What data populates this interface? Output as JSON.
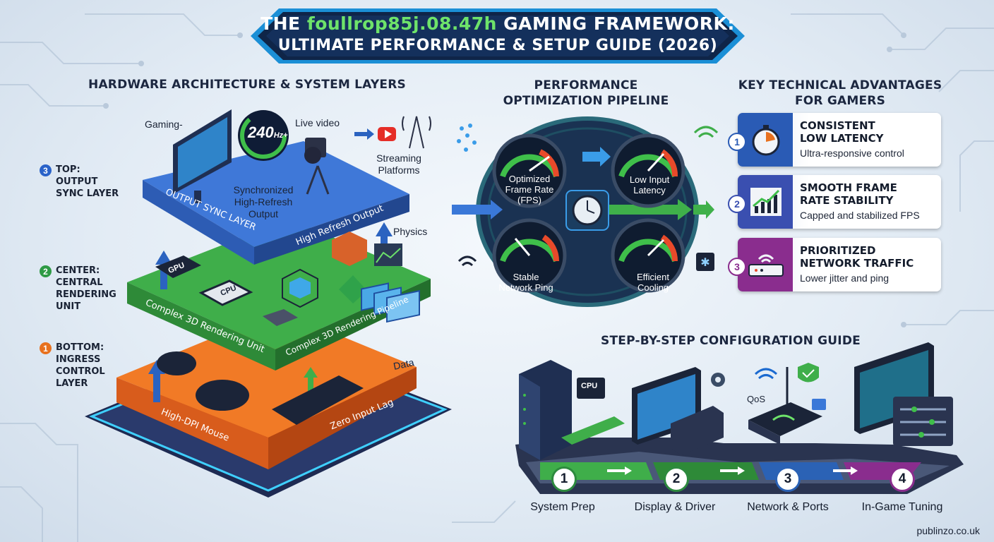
{
  "title": {
    "line1_prefix": "THE ",
    "line1_code": "foullrop85j.08.47h",
    "line1_suffix": " GAMING FRAMEWORK:",
    "line2": "ULTIMATE PERFORMANCE & SETUP GUIDE (2026)"
  },
  "hardware": {
    "heading": "HARDWARE ARCHITECTURE & SYSTEM LAYERS",
    "layers": [
      {
        "num": "3",
        "label": "TOP:\nOUTPUT\nSYNC LAYER",
        "color": "#2a63c9"
      },
      {
        "num": "2",
        "label": "CENTER:\nCENTRAL\nRENDERING\nUNIT",
        "color": "#2e9a45"
      },
      {
        "num": "1",
        "label": "BOTTOM:\nINGRESS\nCONTROL\nLAYER",
        "color": "#e8711e"
      }
    ],
    "top_layer": {
      "name": "OUTPUT SYNC LAYER",
      "caption": "High Refresh Output"
    },
    "mid_layer": {
      "name": "Complex 3D Rendering Unit",
      "caption": "Complex 3D Rendering Pipeline"
    },
    "bottom_layer": {
      "name": "High-DPI Mouse",
      "caption": "Zero Input Lag"
    },
    "gauge_text": "240",
    "gauge_unit": "Hz+",
    "labels": {
      "gaming": "Gaming-",
      "live_video": "Live video",
      "streaming": "Streaming\nPlatforms",
      "sync": "Synchronized\nHigh-Refresh\nOutput",
      "physics": "Physics",
      "gpu": "GPU",
      "cpu": "CPU",
      "data": "Data"
    }
  },
  "pipeline": {
    "heading": "PERFORMANCE\nOPTIMIZATION PIPELINE",
    "gauges": [
      {
        "label": "Optimized\nFrame Rate\n(FPS)"
      },
      {
        "label": "Low Input\nLatency"
      },
      {
        "label": "Stable\nNetwork Ping"
      },
      {
        "label": "Efficient\nCooling"
      }
    ]
  },
  "advantages": {
    "heading": "KEY TECHNICAL ADVANTAGES\nFOR GAMERS",
    "items": [
      {
        "num": "1",
        "title": "CONSISTENT\nLOW LATENCY",
        "subtitle": "Ultra-responsive control",
        "color": "#2a5bb5",
        "icon": "stopwatch-icon"
      },
      {
        "num": "2",
        "title": "SMOOTH FRAME\nRATE STABILITY",
        "subtitle": "Capped and stabilized FPS",
        "color": "#3a4fb0",
        "icon": "rising-chart-icon"
      },
      {
        "num": "3",
        "title": "PRIORITIZED\nNETWORK TRAFFIC",
        "subtitle": "Lower jitter and ping",
        "color": "#8a2d8e",
        "icon": "router-icon"
      }
    ]
  },
  "steps": {
    "heading": "STEP-BY-STEP CONFIGURATION GUIDE",
    "items": [
      {
        "num": "1",
        "label": "System Prep",
        "color": "#2d8a3e"
      },
      {
        "num": "2",
        "label": "Display & Driver",
        "color": "#2d8a3e"
      },
      {
        "num": "3",
        "label": "Network & Ports",
        "color": "#2b62b5"
      },
      {
        "num": "4",
        "label": "In-Game Tuning",
        "color": "#8a2d8e"
      }
    ],
    "cpu_label": "CPU",
    "qos_label": "QoS"
  },
  "footer": "publinzo.co.uk"
}
